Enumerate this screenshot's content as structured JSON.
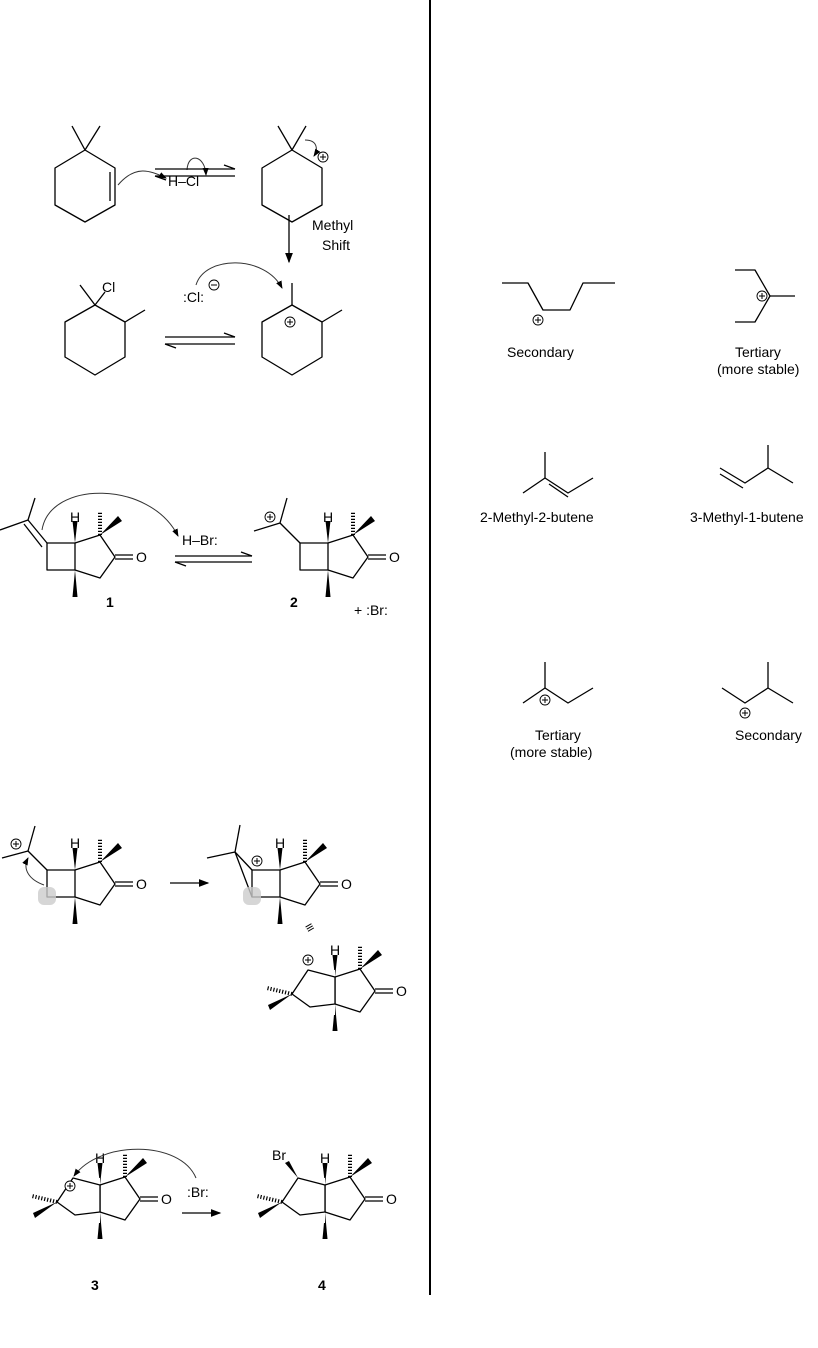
{
  "left": {
    "scheme1": {
      "reagent": "H–Cl",
      "shift_label_1": "Methyl",
      "shift_label_2": "Shift",
      "chloro_label": "Cl",
      "chloride": ":Cl:"
    },
    "scheme2": {
      "reagent": "H–Br:",
      "compound_1": "1",
      "compound_2": "2",
      "bromide": "+  :Br:"
    },
    "scheme3": {
      "equivalence": "≡"
    },
    "scheme4": {
      "bromide": ":Br:",
      "bromo_label": "Br",
      "compound_3": "3",
      "compound_4": "4"
    },
    "hydrogen_label": "H",
    "oxygen_label": "O"
  },
  "right": {
    "pair1": {
      "left_label": "Secondary",
      "right_label_1": "Tertiary",
      "right_label_2": "(more stable)"
    },
    "pair2": {
      "left_label": "2-Methyl-2-butene",
      "right_label": "3-Methyl-1-butene"
    },
    "pair3": {
      "left_label_1": "Tertiary",
      "left_label_2": "(more stable)",
      "right_label": "Secondary"
    }
  }
}
